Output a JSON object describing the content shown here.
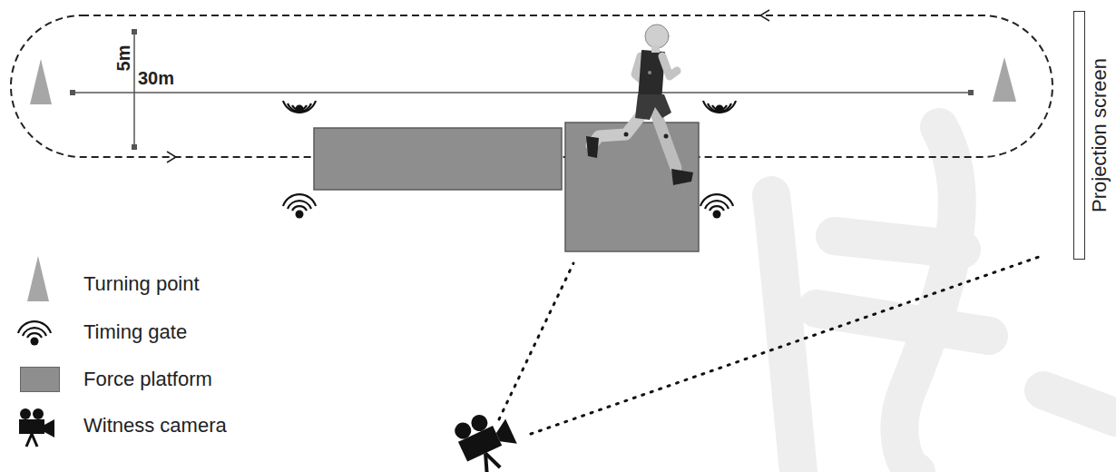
{
  "diagram": {
    "nodes": [
      {
        "text": [
          "Projection screen"
        ]
      }
    ],
    "labels": [
      "5m",
      "30m"
    ],
    "legend": [
      {
        "text": "Turning point"
      },
      {
        "text": "Timing gate"
      },
      {
        "text": "Force platform",
        "color": "#8e8e8e"
      },
      {
        "text": "Witness camera"
      }
    ]
  }
}
